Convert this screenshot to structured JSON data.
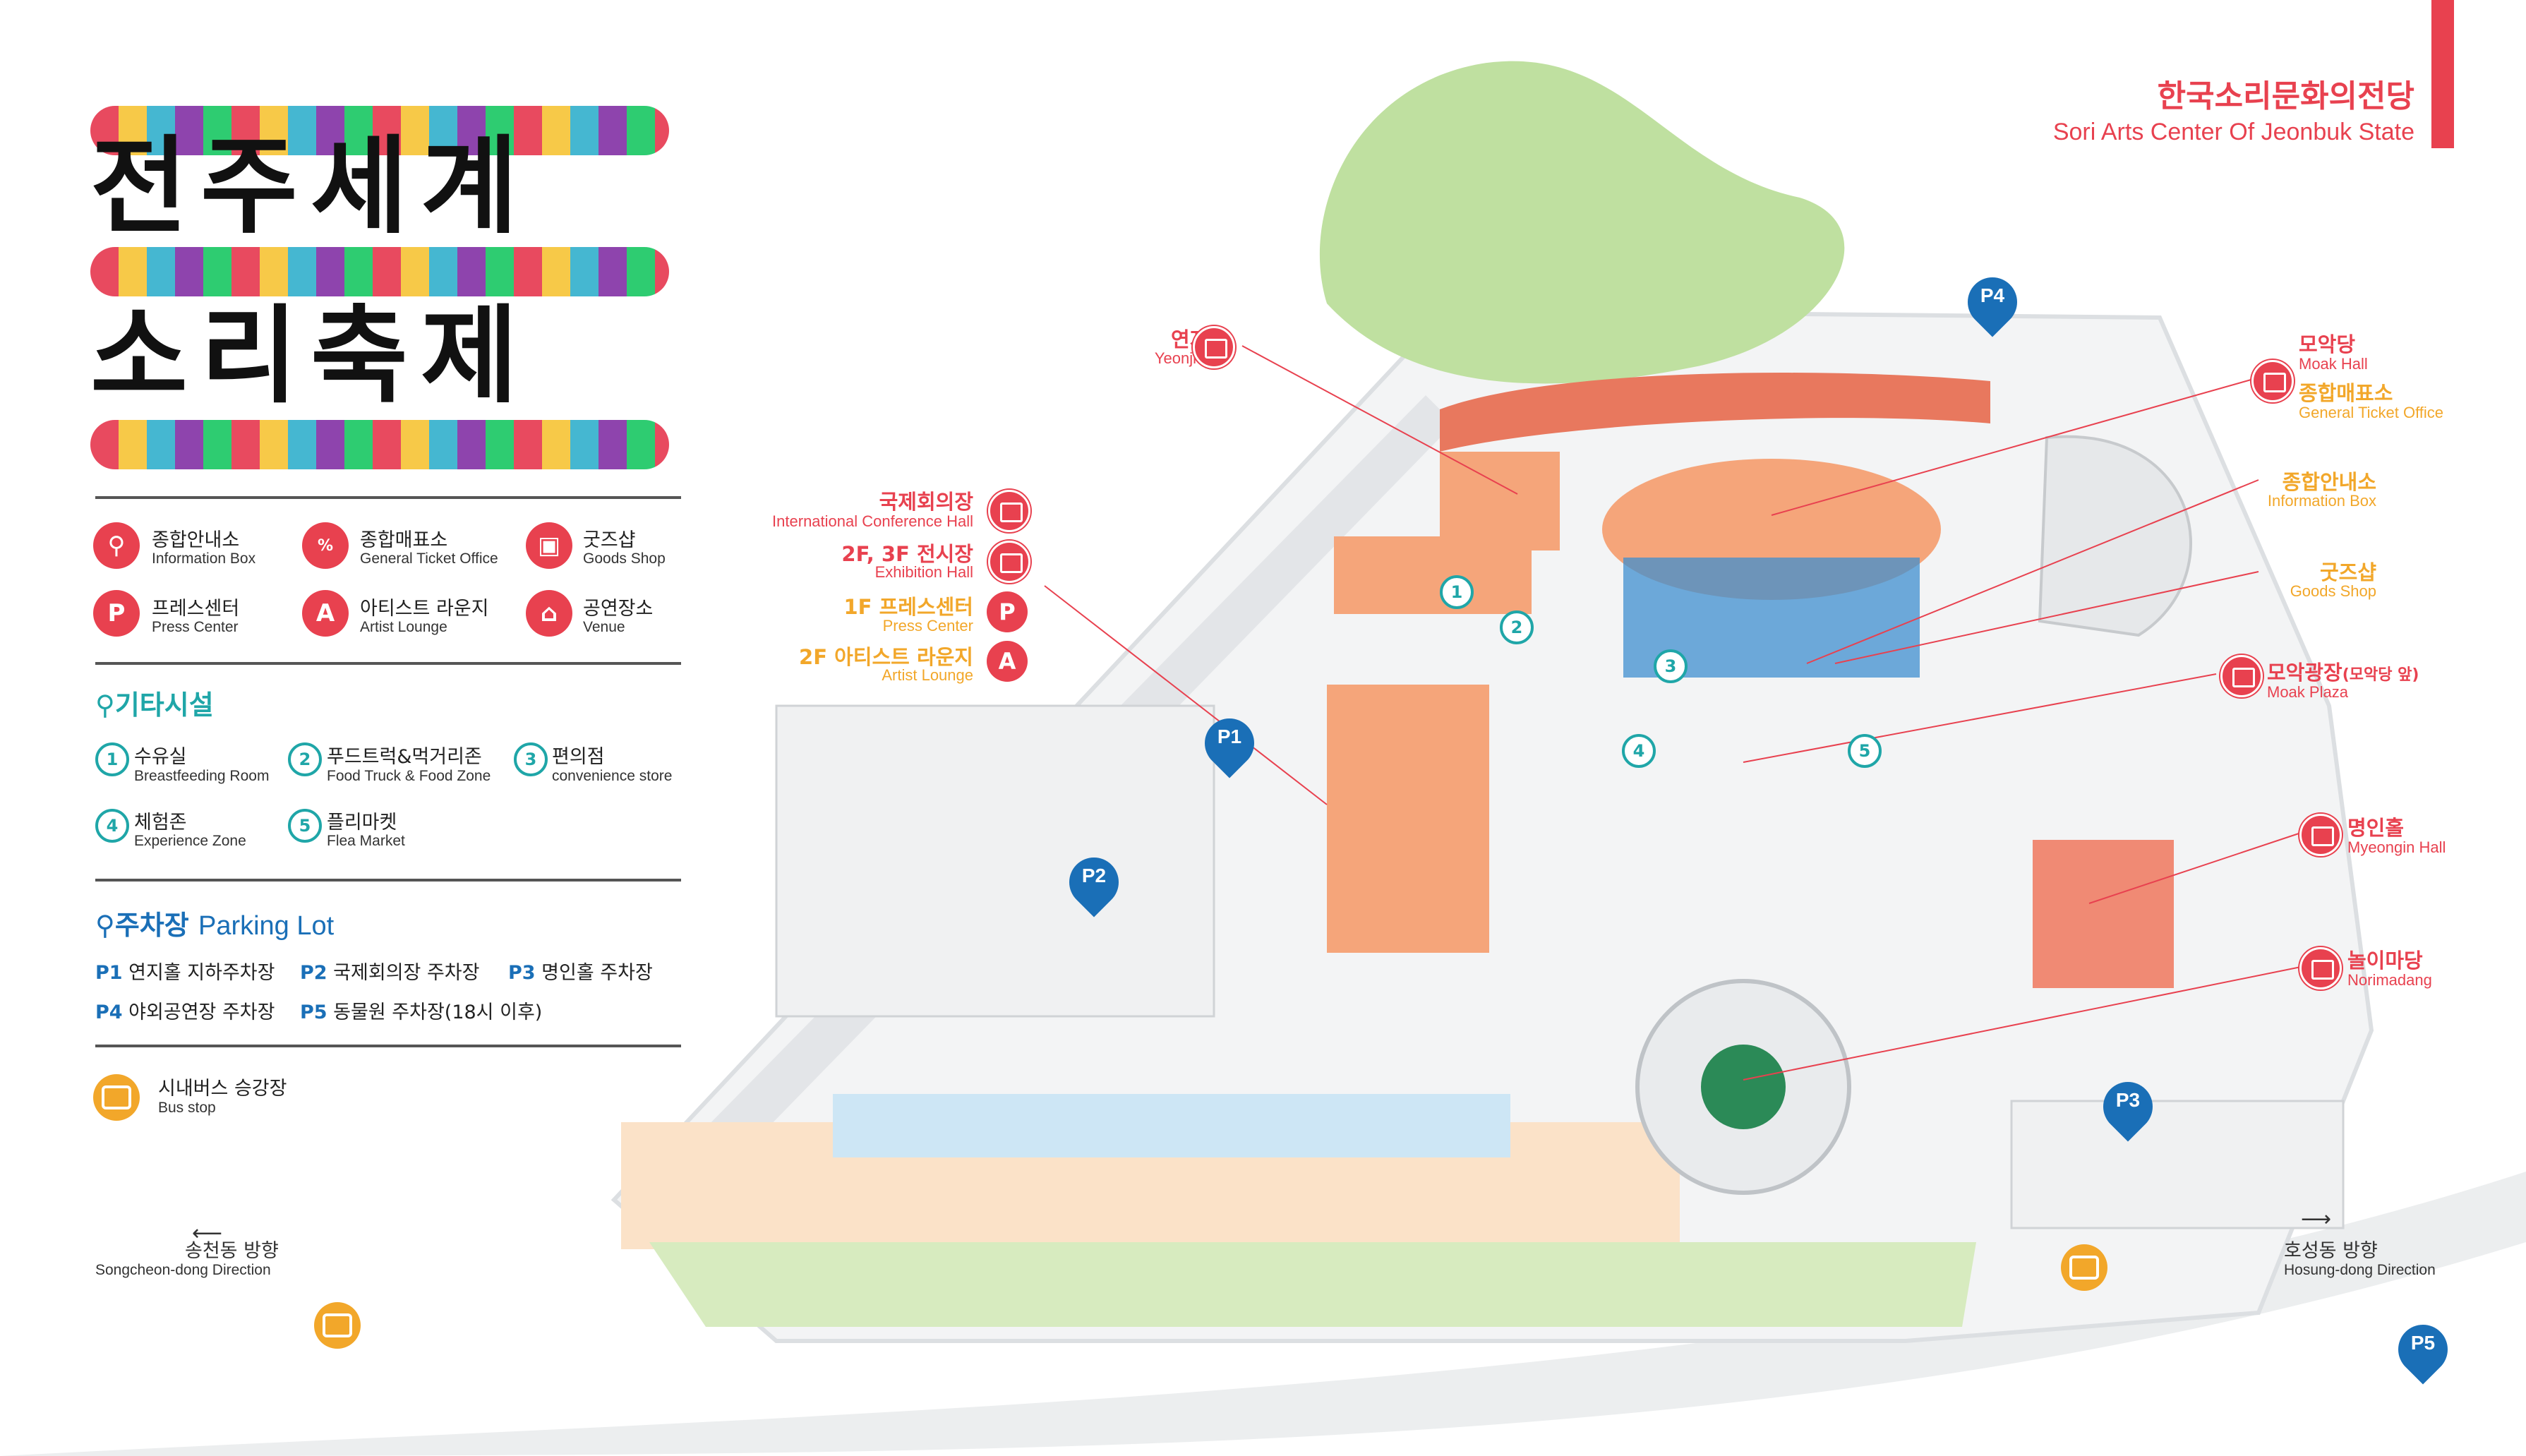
{
  "festival_title": {
    "line1": "전주세계",
    "line2": "소리축제"
  },
  "venue": {
    "name_ko": "한국소리문화의전당",
    "name_en": "Sori Arts Center Of Jeonbuk State",
    "accent_color": "#e8414f"
  },
  "legend": [
    {
      "ko": "종합안내소",
      "en": "Information Box",
      "icon": "location-pin-icon"
    },
    {
      "ko": "종합매표소",
      "en": "General Ticket Office",
      "icon": "ticket-icon"
    },
    {
      "ko": "굿즈샵",
      "en": "Goods Shop",
      "icon": "shopping-bag-icon"
    },
    {
      "ko": "프레스센터",
      "en": "Press Center",
      "icon": "P"
    },
    {
      "ko": "아티스트 라운지",
      "en": "Artist Lounge",
      "icon": "A"
    },
    {
      "ko": "공연장소",
      "en": "Venue",
      "icon": "stage-icon"
    }
  ],
  "facilities": {
    "title": "기타시설",
    "items": [
      {
        "num": "1",
        "ko": "수유실",
        "en": "Breastfeeding Room"
      },
      {
        "num": "2",
        "ko": "푸드트럭&먹거리존",
        "en": "Food Truck & Food Zone"
      },
      {
        "num": "3",
        "ko": "편의점",
        "en": "convenience store"
      },
      {
        "num": "4",
        "ko": "체험존",
        "en": "Experience Zone"
      },
      {
        "num": "5",
        "ko": "플리마켓",
        "en": "Flea Market"
      }
    ]
  },
  "parking": {
    "title_ko": "주차장",
    "title_en": "Parking Lot",
    "items": [
      {
        "code": "P1",
        "label": "연지홀 지하주차장"
      },
      {
        "code": "P2",
        "label": "국제회의장 주차장"
      },
      {
        "code": "P3",
        "label": "명인홀 주차장"
      },
      {
        "code": "P4",
        "label": "야외공연장 주차장"
      },
      {
        "code": "P5",
        "label": "동물원 주차장(18시 이후)"
      }
    ]
  },
  "bus": {
    "ko": "시내버스 승강장",
    "en": "Bus stop"
  },
  "directions": {
    "left": {
      "ko": "송천동 방향",
      "en": "Songcheon-dong Direction"
    },
    "right": {
      "ko": "호성동 방향",
      "en": "Hosung-dong Direction"
    }
  },
  "callouts": {
    "yeonji": {
      "ko": "연지홀",
      "en": "Yeonji Hall"
    },
    "intl": {
      "ko": "국제회의장",
      "en": "International Conference Hall"
    },
    "exhibit": {
      "ko": "2F, 3F 전시장",
      "en": "Exhibition Hall"
    },
    "press": {
      "ko": "1F 프레스센터",
      "en": "Press Center",
      "badge": "P"
    },
    "artist": {
      "ko": "2F 아티스트 라운지",
      "en": "Artist Lounge",
      "badge": "A"
    },
    "moak": {
      "ko": "모악당",
      "en": "Moak Hall"
    },
    "ticket": {
      "ko": "종합매표소",
      "en": "General Ticket Office"
    },
    "info": {
      "ko": "종합안내소",
      "en": "Information Box"
    },
    "goods": {
      "ko": "굿즈샵",
      "en": "Goods Shop"
    },
    "moak_plaza": {
      "ko": "모악광장",
      "ko_sub": "(모악당 앞)",
      "en": "Moak Plaza"
    },
    "myeongin": {
      "ko": "명인홀",
      "en": "Myeongin Hall"
    },
    "nori": {
      "ko": "놀이마당",
      "en": "Norimadang"
    }
  },
  "map_markers": {
    "parking": [
      "P1",
      "P2",
      "P3",
      "P4",
      "P5"
    ],
    "facilities": [
      "1",
      "2",
      "3",
      "4",
      "5"
    ]
  },
  "colors": {
    "red": "#e8414f",
    "orange": "#f2a72a",
    "teal": "#1fa6a8",
    "blue": "#1a6fb7",
    "green": "#cfe6b0",
    "roof": "#f5a57a"
  }
}
